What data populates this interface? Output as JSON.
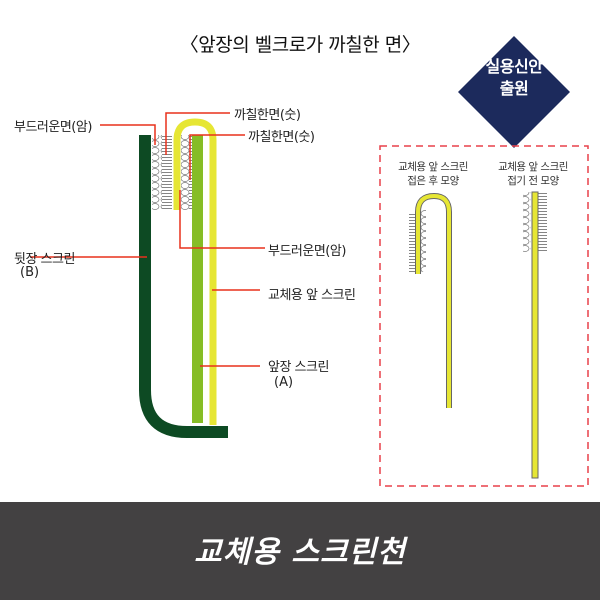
{
  "header": {
    "title": "〈앞장의 벨크로가 까칠한 면〉"
  },
  "badge": {
    "line1": "실용신안",
    "line2": "출원",
    "color": "#1c2a5c"
  },
  "diagram": {
    "labels": {
      "soft_side_female_top": "부드러운면(암)",
      "rough_side_male_1": "까칠한면(숫)",
      "rough_side_male_2": "까칠한면(숫)",
      "back_screen": "뒷장 스크린",
      "back_screen_code": "(B)",
      "soft_side_female_bottom": "부드러운면(암)",
      "replacement_front_screen": "교체용 앞 스크린",
      "front_screen": "앞장 스크린",
      "front_screen_code": "(A)"
    },
    "colors": {
      "back_screen": "#0d4a23",
      "front_screen": "#86bd26",
      "replacement_screen": "#e6e634",
      "leader_line": "#e8301c"
    }
  },
  "panel": {
    "folded": {
      "line1": "교체용 앞 스크린",
      "line2": "접은 후 모양"
    },
    "unfolded": {
      "line1": "교체용 앞 스크린",
      "line2": "접기 전 모양"
    },
    "border_color": "#e8404a"
  },
  "footer": {
    "title": "교체용 스크린천",
    "background": "#434142"
  }
}
